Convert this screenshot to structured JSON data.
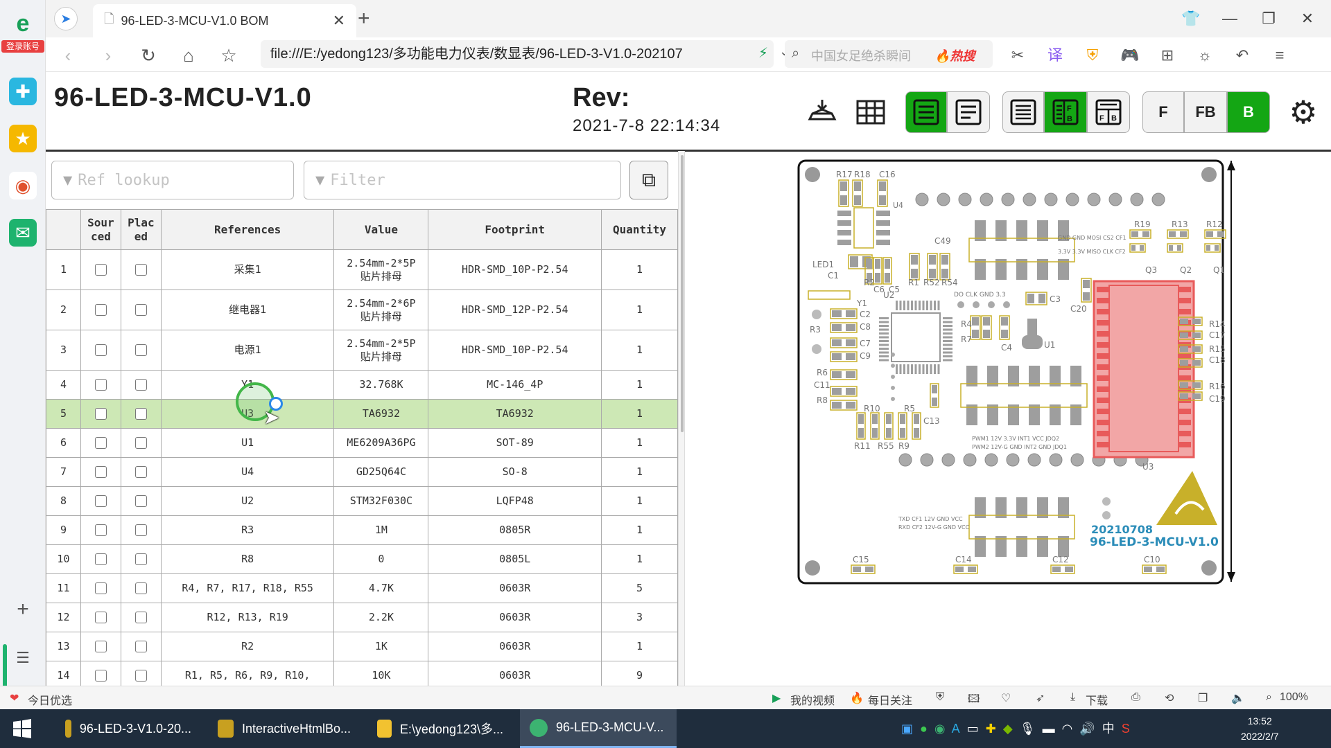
{
  "leftbar": {
    "login_badge": "登录账号",
    "icons": [
      "browser-logo-icon",
      "apps-icon",
      "favorites-star-icon",
      "weibo-icon",
      "mail-icon",
      "add-icon",
      "list-icon"
    ]
  },
  "browser": {
    "tab_title": "96-LED-3-MCU-V1.0 BOM",
    "url": "file:///E:/yedong123/多功能电力仪表/数显表/96-LED-3-V1.0-202107",
    "search_placeholder": "中国女足绝杀瞬间",
    "hot_label": "热搜"
  },
  "header": {
    "title": "96-LED-3-MCU-V1.0",
    "rev_label": "Rev:",
    "rev_date": "2021-7-8 22:14:34",
    "layer_f": "F",
    "layer_fb": "FB",
    "layer_b": "B"
  },
  "filters": {
    "ref_placeholder": "Ref lookup",
    "filter_placeholder": "Filter"
  },
  "table": {
    "headers": [
      "",
      "Sour ced",
      "Plac ed",
      "References",
      "Value",
      "Footprint",
      "Quantity"
    ],
    "rows": [
      {
        "n": "1",
        "ref": "采集1",
        "value": "2.54mm-2*5P 贴片排母",
        "fp": "HDR-SMD_10P-P2.54",
        "qty": "1"
      },
      {
        "n": "2",
        "ref": "继电器1",
        "value": "2.54mm-2*6P 贴片排母",
        "fp": "HDR-SMD_12P-P2.54",
        "qty": "1"
      },
      {
        "n": "3",
        "ref": "电源1",
        "value": "2.54mm-2*5P 贴片排母",
        "fp": "HDR-SMD_10P-P2.54",
        "qty": "1"
      },
      {
        "n": "4",
        "ref": "Y1",
        "value": "32.768K",
        "fp": "MC-146_4P",
        "qty": "1"
      },
      {
        "n": "5",
        "ref": "U3",
        "value": "TA6932",
        "fp": "TA6932",
        "qty": "1"
      },
      {
        "n": "6",
        "ref": "U1",
        "value": "ME6209A36PG",
        "fp": "SOT-89",
        "qty": "1"
      },
      {
        "n": "7",
        "ref": "U4",
        "value": "GD25Q64C",
        "fp": "SO-8",
        "qty": "1"
      },
      {
        "n": "8",
        "ref": "U2",
        "value": "STM32F030C",
        "fp": "LQFP48",
        "qty": "1"
      },
      {
        "n": "9",
        "ref": "R3",
        "value": "1M",
        "fp": "0805R",
        "qty": "1"
      },
      {
        "n": "10",
        "ref": "R8",
        "value": "0",
        "fp": "0805L",
        "qty": "1"
      },
      {
        "n": "11",
        "ref": "R4, R7, R17, R18, R55",
        "value": "4.7K",
        "fp": "0603R",
        "qty": "5"
      },
      {
        "n": "12",
        "ref": "R12, R13, R19",
        "value": "2.2K",
        "fp": "0603R",
        "qty": "3"
      },
      {
        "n": "13",
        "ref": "R2",
        "value": "1K",
        "fp": "0603R",
        "qty": "1"
      },
      {
        "n": "14",
        "ref": "R1, R5, R6, R9, R10,",
        "value": "10K",
        "fp": "0603R",
        "qty": "9"
      }
    ]
  },
  "board": {
    "date_mark": "20210708",
    "name_mark": "96-LED-3-MCU-V1.0",
    "labels": {
      "r17": "R17",
      "r18": "R18",
      "c16": "C16",
      "u4": "U4",
      "c49": "C49",
      "led1": "LED1",
      "c1": "C1",
      "r2": "R2",
      "c6": "C6",
      "c5": "C5",
      "r1": "R1",
      "r52": "R52",
      "r54": "R54",
      "y1": "Y1",
      "u2": "U2",
      "c2": "C2",
      "c8": "C8",
      "r3": "R3",
      "c7": "C7",
      "c9": "C9",
      "r6": "R6",
      "c11": "C11",
      "r8": "R8",
      "r10": "R10",
      "r5": "R5",
      "c13": "C13",
      "r11": "R11",
      "r55": "R55",
      "r9": "R9",
      "r4": "R4",
      "r7": "R7",
      "c4": "C4",
      "u1": "U1",
      "c3": "C3",
      "c20": "C20",
      "r19": "R19",
      "r13": "R13",
      "r12": "R12",
      "q3": "Q3",
      "q2": "Q2",
      "q1": "Q1",
      "r14": "R14",
      "c17": "C17",
      "r15": "R15",
      "c18": "C18",
      "r16": "R16",
      "c19": "C19",
      "u3": "U3",
      "c15": "C15",
      "c14": "C14",
      "c12": "C12",
      "c10": "C10"
    },
    "silk": {
      "top_right_a": "GND GND MOSI CS2 CF1",
      "top_right_b": "3.3V 3.3V MISO CLK CF2",
      "mid_pins": "DO CLK GND 3.3",
      "pwm1": "PWM1 12V 3.3V INT1 VCC JDQ2",
      "pwm2": "PWM2 12V-G GND INT2 GND JDQ1",
      "txd": "TXD CF1 12V GND VCC",
      "rxd": "RXD CF2 12V-G GND VCC"
    }
  },
  "statusbar": {
    "left": "今日优选",
    "video": "我的视频",
    "daily": "每日关注",
    "download": "下载",
    "zoom": "100%"
  },
  "taskbar": {
    "items": [
      "96-LED-3-V1.0-20...",
      "InteractiveHtmlBo...",
      "E:\\yedong123\\多...",
      "96-LED-3-MCU-V..."
    ],
    "tray_lang": "中",
    "clock_time": "13:52",
    "clock_date": "2022/2/7"
  },
  "colors": {
    "accent_green": "#14a614",
    "highlight_row": "#cde8b5",
    "board_silk": "#c8b02a",
    "pad_gray": "#9e9e9e",
    "selected_part": "#e85a5a"
  }
}
